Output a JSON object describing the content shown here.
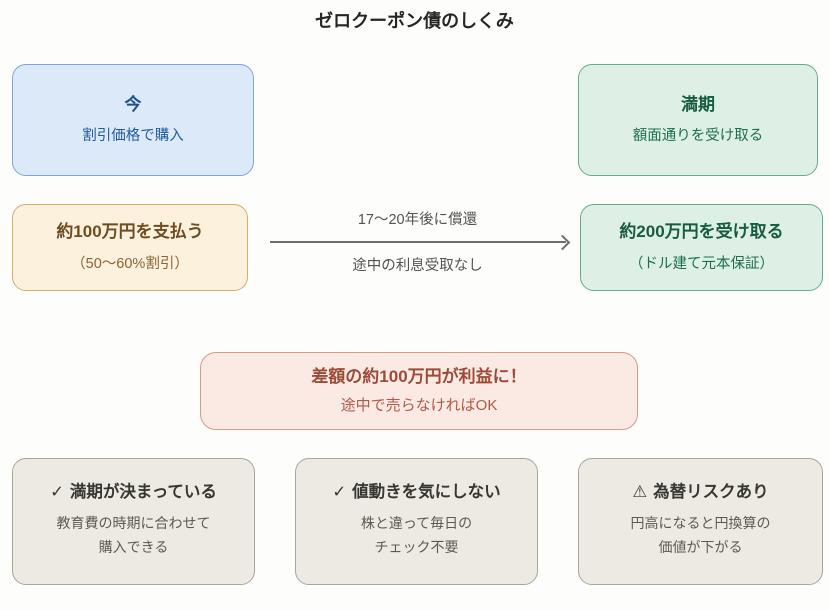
{
  "title": "ゼロクーポン債のしくみ",
  "colors": {
    "page_bg": "#fdfdfb",
    "title_text": "#262622",
    "blue_bg": "#dce9f8",
    "blue_border": "#7ca6d8",
    "blue_text": "#1c4f8c",
    "blue_sub": "#1e5a9e",
    "green_bg": "#def0e6",
    "green_border": "#66ac89",
    "green_text": "#175c40",
    "green_sub": "#1d6f4c",
    "tan_bg": "#fbf1dd",
    "tan_border": "#d9ab6b",
    "tan_text": "#6f4d20",
    "tan_sub": "#8a6434",
    "pink_bg": "#fbe9e4",
    "pink_border": "#d59a8a",
    "pink_text": "#9d4b38",
    "pink_sub": "#ae5a46",
    "gray_bg": "#edeae4",
    "gray_border": "#a8a59d",
    "gray_text": "#37362f",
    "gray_sub": "#5c5a52",
    "arrow_color": "#6e6e6e",
    "arrow_label_text": "#54534e"
  },
  "flow": {
    "now_box": {
      "heading": "今",
      "sub": "割引価格で購入"
    },
    "maturity_box": {
      "heading": "満期",
      "sub": "額面通りを受け取る"
    },
    "pay_box": {
      "heading": "約100万円を支払う",
      "sub": "（50〜60%割引）"
    },
    "receive_box": {
      "heading": "約200万円を受け取る",
      "sub": "（ドル建て元本保証）"
    },
    "arrow": {
      "top_label": "17〜20年後に償還",
      "bottom_label": "途中の利息受取なし"
    }
  },
  "profit_box": {
    "heading": "差額の約100万円が利益に！",
    "sub": "途中で売らなければOK"
  },
  "features": [
    {
      "icon": "✓",
      "heading": "満期が決まっている",
      "lines": [
        "教育費の時期に合わせて",
        "購入できる"
      ]
    },
    {
      "icon": "✓",
      "heading": "値動きを気にしない",
      "lines": [
        "株と違って毎日の",
        "チェック不要"
      ]
    },
    {
      "icon": "⚠",
      "heading": "為替リスクあり",
      "lines": [
        "円高になると円換算の",
        "価値が下がる"
      ]
    }
  ]
}
